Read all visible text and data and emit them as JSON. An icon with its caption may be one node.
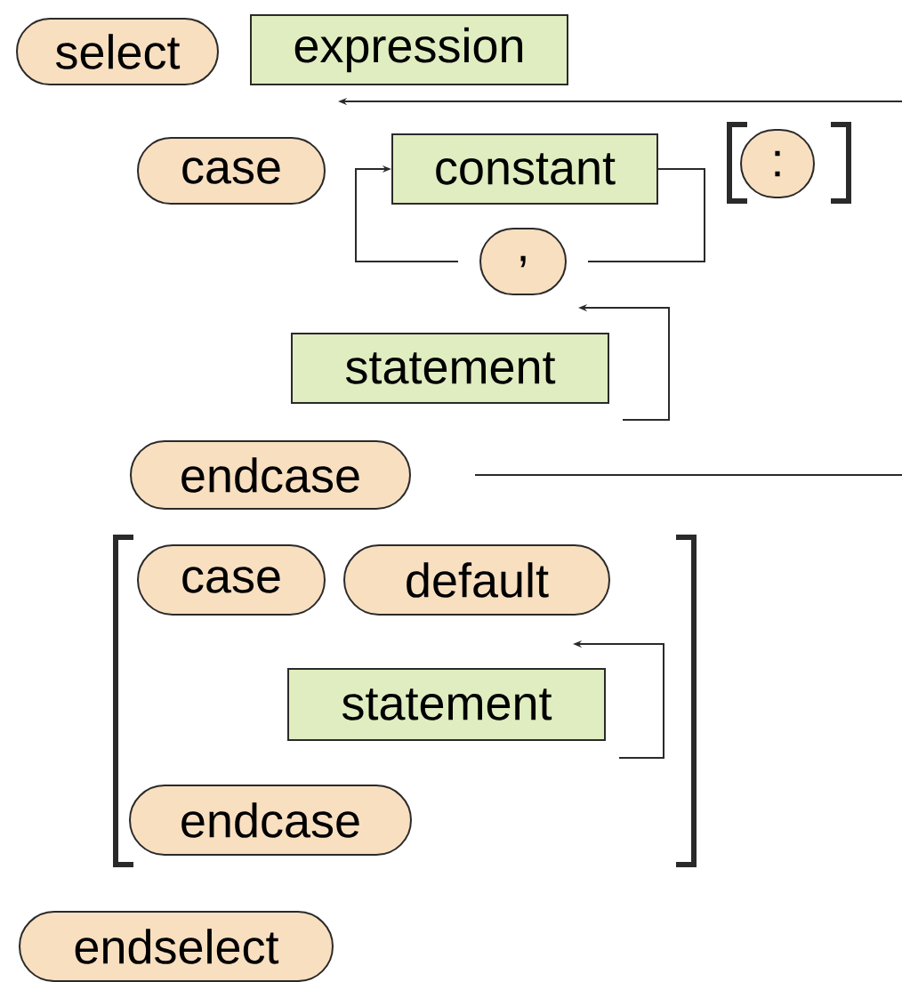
{
  "diagram": {
    "nodes": [
      {
        "text": [
          "select"
        ]
      },
      {
        "text": [
          "expression"
        ]
      },
      {
        "text": [
          "case"
        ]
      },
      {
        "text": [
          "constant"
        ]
      },
      {
        "text": [
          ","
        ]
      },
      {
        "text": [
          ":"
        ]
      },
      {
        "text": [
          "statement"
        ]
      },
      {
        "text": [
          "endcase"
        ]
      },
      {
        "text": [
          "case"
        ]
      },
      {
        "text": [
          "default"
        ]
      },
      {
        "text": [
          "statement"
        ]
      },
      {
        "text": [
          "endcase"
        ]
      },
      {
        "text": [
          "endselect"
        ]
      }
    ],
    "edges": [
      {
        "from": 3,
        "to": 4,
        "arrow": "none"
      },
      {
        "from": 4,
        "to": 3,
        "arrow": "to"
      },
      {
        "from": 6,
        "to": null,
        "arrow": "to"
      },
      {
        "from": 7,
        "to": null,
        "arrow": "none"
      },
      {
        "from": 10,
        "to": 10,
        "arrow": "to"
      }
    ]
  }
}
